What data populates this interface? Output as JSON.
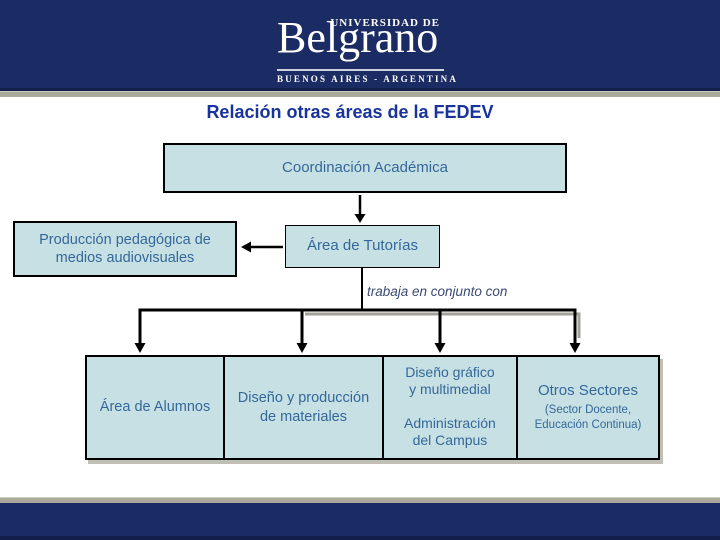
{
  "slide": {
    "title": "Relación otras áreas de la FEDEV"
  },
  "logo": {
    "top_text": "UNIVERSIDAD DE",
    "name": "Belgrano",
    "bottom_text": "BUENOS AIRES - ARGENTINA"
  },
  "diagram": {
    "coordinacion_label": "Coordinación Académica",
    "produccion_line1": "Producción pedagógica de",
    "produccion_line2": "medios audiovisuales",
    "tutorias_label": "Área de Tutorías",
    "connector_label": "trabaja en conjunto con",
    "cells": {
      "alumnos": "Área de Alumnos",
      "diseno_produccion_line1": "Diseño y producción",
      "diseno_produccion_line2": "de materiales",
      "diseno_grafico_line1": "Diseño gráfico",
      "diseno_grafico_line2": "y multimedial",
      "administracion_line1": "Administración",
      "administracion_line2": "del Campus",
      "otros_title": "Otros Sectores",
      "otros_sub_line1": "(Sector Docente,",
      "otros_sub_line2": "Educación Continua)"
    }
  },
  "colors": {
    "band_navy": "#1b2b63",
    "band_tan": "#aba99b",
    "box_fill": "#c6e0e4",
    "box_border": "#000000",
    "box_text": "#35689a",
    "title_text": "#18339d",
    "connector_label_text": "#3a4a73"
  }
}
